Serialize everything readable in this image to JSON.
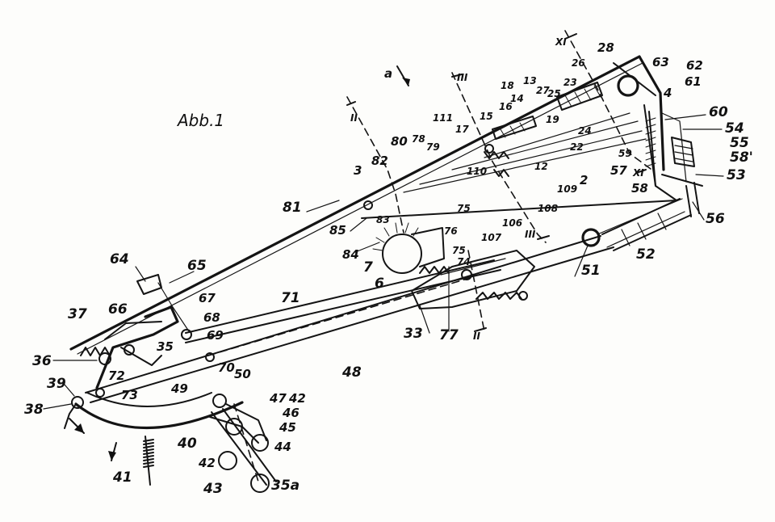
{
  "title": "Abb.1",
  "arrow_label": "a",
  "section_marks": {
    "ii_top": "II",
    "ii_bottom": "II",
    "iii_top": "III",
    "iii_bottom": "III",
    "xi_top": "XI",
    "xi_right": "XI"
  },
  "labels": {
    "l3": "3",
    "l2": "2",
    "l4": "4",
    "l6": "6",
    "l7": "7",
    "l12": "12",
    "l13": "13",
    "l14": "14",
    "l15": "15",
    "l16": "16",
    "l17": "17",
    "l18": "18",
    "l19": "19",
    "l22": "22",
    "l23": "23",
    "l24": "24",
    "l25": "25",
    "l26": "26",
    "l27": "27",
    "l28": "28",
    "l33": "33",
    "l35": "35",
    "l35a": "35a",
    "l36": "36",
    "l37": "37",
    "l38": "38",
    "l39": "39",
    "l40": "40",
    "l41": "41",
    "l42a": "42",
    "l42b": "42",
    "l43": "43",
    "l44": "44",
    "l45": "45",
    "l46": "46",
    "l47": "47",
    "l48": "48",
    "l49": "49",
    "l50": "50",
    "l51": "51",
    "l52": "52",
    "l53": "53",
    "l54": "54",
    "l55": "55",
    "l56": "56",
    "l57": "57",
    "l58": "58",
    "l58p": "58'",
    "l59": "59",
    "l60": "60",
    "l61": "61",
    "l62": "62",
    "l63": "63",
    "l64": "64",
    "l65": "65",
    "l66": "66",
    "l67": "67",
    "l68": "68",
    "l69": "69",
    "l70": "70",
    "l71": "71",
    "l72": "72",
    "l73": "73",
    "l74": "74",
    "l75": "75",
    "l75b": "75",
    "l76": "76",
    "l77": "77",
    "l78": "78",
    "l79": "79",
    "l80": "80",
    "l81": "81",
    "l82": "82",
    "l83": "83",
    "l84": "84",
    "l85": "85",
    "l106": "106",
    "l107": "107",
    "l108": "108",
    "l109": "109",
    "l110": "110",
    "l111": "111"
  }
}
